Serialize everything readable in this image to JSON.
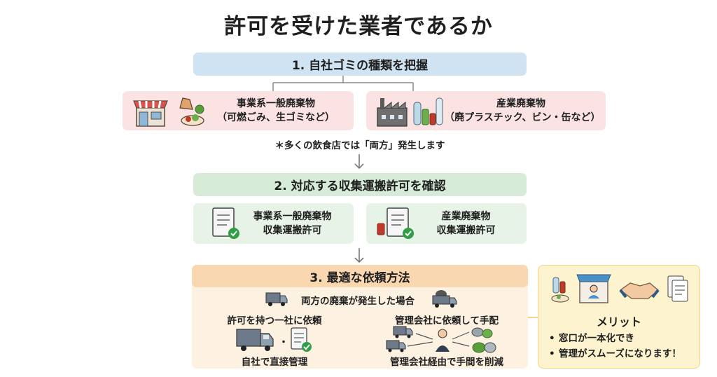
{
  "title": "許可を受けた業者であるか",
  "step1": {
    "heading": "1. 自社ゴミの種類を把握",
    "left_card": {
      "line1": "事業系一般廃棄物",
      "line2": "（可燃ごみ、生ゴミなど）"
    },
    "right_card": {
      "line1": "産業廃棄物",
      "line2": "（廃プラスチック、ビン・缶など）"
    },
    "note": "＊多くの飲食店では「両方」発生します"
  },
  "step2": {
    "heading": "2. 対応する収集運搬許可を確認",
    "left_card": {
      "line1": "事業系一般廃棄物",
      "line2": "収集運搬許可"
    },
    "right_card": {
      "line1": "産業廃棄物",
      "line2": "収集運搬許可"
    }
  },
  "step3": {
    "heading": "3. 最適な依頼方法",
    "condition": "両方の廃棄が発生した場合",
    "option_left": {
      "label": "許可を持つ一社に依頼",
      "result": "自社で直接管理"
    },
    "option_right": {
      "label": "管理会社に依頼して手配",
      "result": "管理会社経由で手間を削減"
    }
  },
  "merit": {
    "heading": "メリット",
    "items": [
      "窓口が一本化でき",
      "管理がスムーズになります！"
    ]
  },
  "colors": {
    "blue_header": "#cfe3f2",
    "pink_card": "#fbe3e3",
    "green_header": "#d6ecd8",
    "green_card": "#e6f3e6",
    "orange_header": "#f9d7b1",
    "orange_body": "#fdf1e2",
    "merit_bg": "#fdf3cf",
    "merit_border": "#f2d48a"
  }
}
